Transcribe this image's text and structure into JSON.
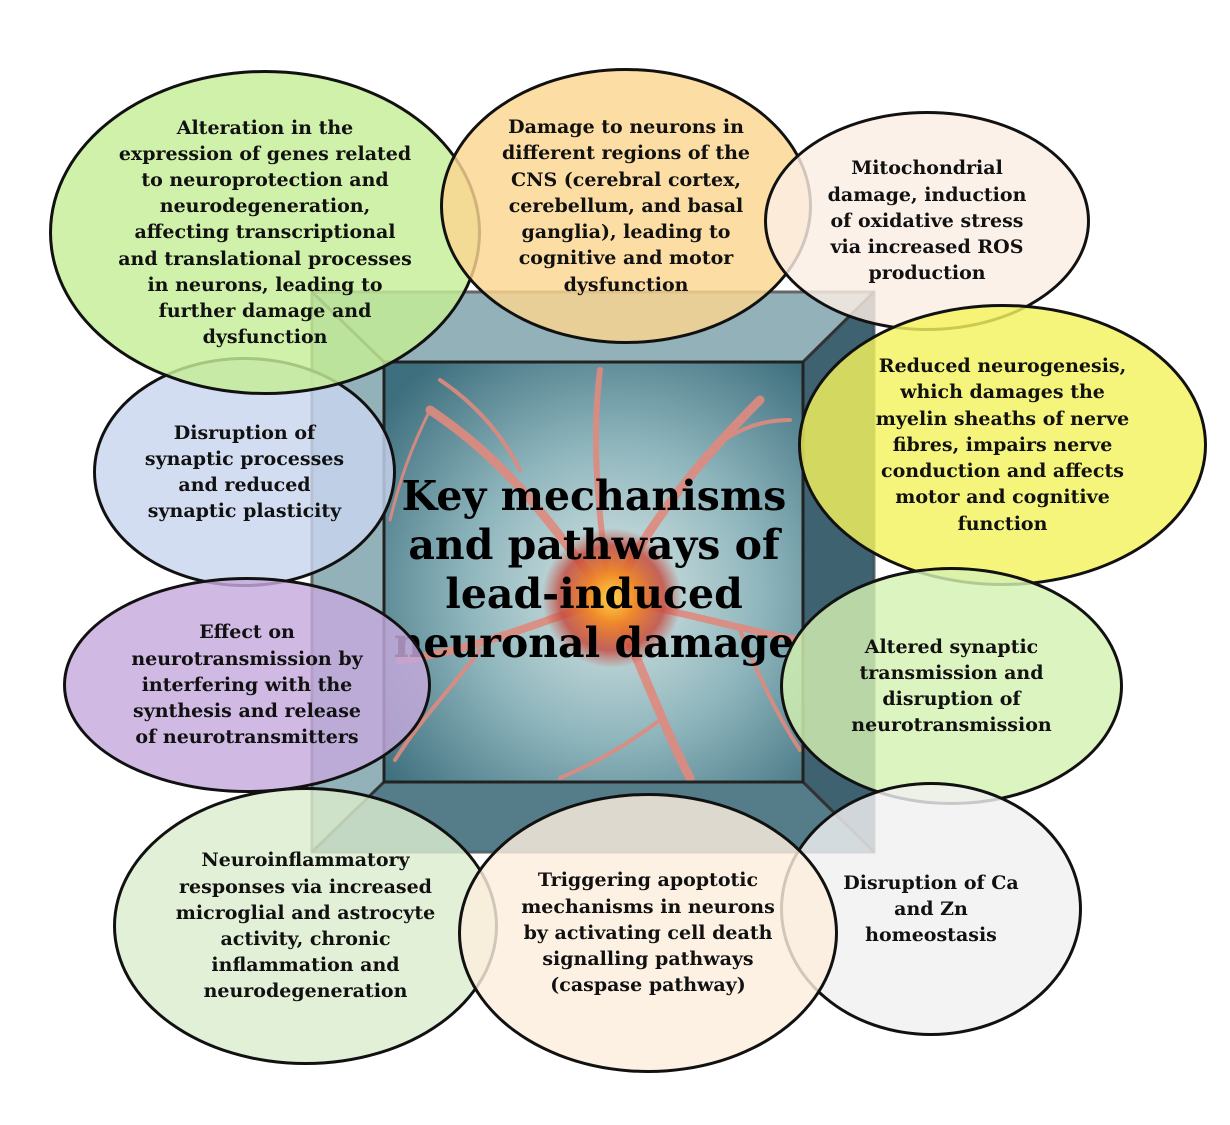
{
  "title": "Key mechanisms and pathways of lead-induced neuronal damage",
  "mechanisms": [
    {
      "id": "gene-expression",
      "text": "Alteration in the expression of genes related to neuroprotection and neurodegeneration, affecting transcriptional and translational processes in neurons, leading to further damage and dysfunction",
      "fill": "#c4ee96"
    },
    {
      "id": "cns-neuron-damage",
      "text": "Damage to neurons in different regions of the CNS (cerebral cortex, cerebellum, and basal ganglia), leading to cognitive and motor dysfunction",
      "fill": "#fbd590"
    },
    {
      "id": "mitochondrial-damage",
      "text": "Mitochondrial damage, induction of oxidative stress via increased ROS production",
      "fill": "#fbeee4"
    },
    {
      "id": "reduced-neurogenesis",
      "text": "Reduced neurogenesis, which damages the myelin sheaths of nerve fibres, impairs nerve conduction and affects motor and cognitive function",
      "fill": "#f4f35e"
    },
    {
      "id": "altered-synaptic-transmission",
      "text": "Altered synaptic transmission and disruption of neurotransmission",
      "fill": "#d4f1b2"
    },
    {
      "id": "ca-zn-homeostasis",
      "text": "Disruption of Ca and Zn homeostasis",
      "fill": "#f0f0f0"
    },
    {
      "id": "apoptosis",
      "text": "Triggering apoptotic mechanisms in neurons by activating cell death signalling pathways (caspase pathway)",
      "fill": "#fbeedd"
    },
    {
      "id": "neuroinflammation",
      "text": "Neuroinflammatory responses via increased microglial and astrocyte activity, chronic inflammation and neurodegeneration",
      "fill": "#dcedce"
    },
    {
      "id": "neurotransmission-synthesis",
      "text": "Effect on neurotransmission by interfering with the synthesis and release of neurotransmitters",
      "fill": "#c6a9dd"
    },
    {
      "id": "synaptic-plasticity",
      "text": "Disruption of synaptic processes and reduced synaptic plasticity",
      "fill": "#c9d6ef"
    }
  ]
}
